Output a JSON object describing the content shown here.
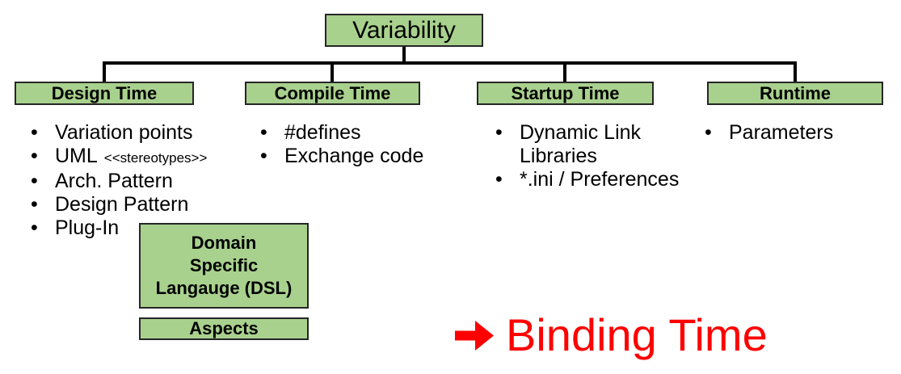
{
  "root_label": "Variability",
  "bullet_char": "•",
  "columns": [
    {
      "header": "Design Time",
      "items": [
        {
          "text": "Variation points"
        },
        {
          "text": "UML",
          "small": "<<stereotypes>>"
        },
        {
          "text": "Arch. Pattern"
        },
        {
          "text": "Design Pattern"
        },
        {
          "text": "Plug-In"
        }
      ]
    },
    {
      "header": "Compile Time",
      "items": [
        {
          "text": "#defines"
        },
        {
          "text": "Exchange code"
        }
      ]
    },
    {
      "header": "Startup Time",
      "items": [
        {
          "text": "Dynamic Link\nLibraries"
        },
        {
          "text": "*.ini / Preferences"
        }
      ]
    },
    {
      "header": "Runtime",
      "items": [
        {
          "text": "Parameters"
        }
      ]
    }
  ],
  "dsl_box": {
    "line1": "Domain",
    "line2": "Specific",
    "line3": "Langauge (DSL)"
  },
  "aspects_label": "Aspects",
  "annotation": {
    "label": "Binding Time",
    "color": "#ff0000",
    "arrow_icon": "heavy-right-arrow"
  },
  "colors": {
    "box_fill": "#a9d18e",
    "box_border": "#262626",
    "connector": "#000000",
    "text": "#000000",
    "background": "#ffffff"
  }
}
